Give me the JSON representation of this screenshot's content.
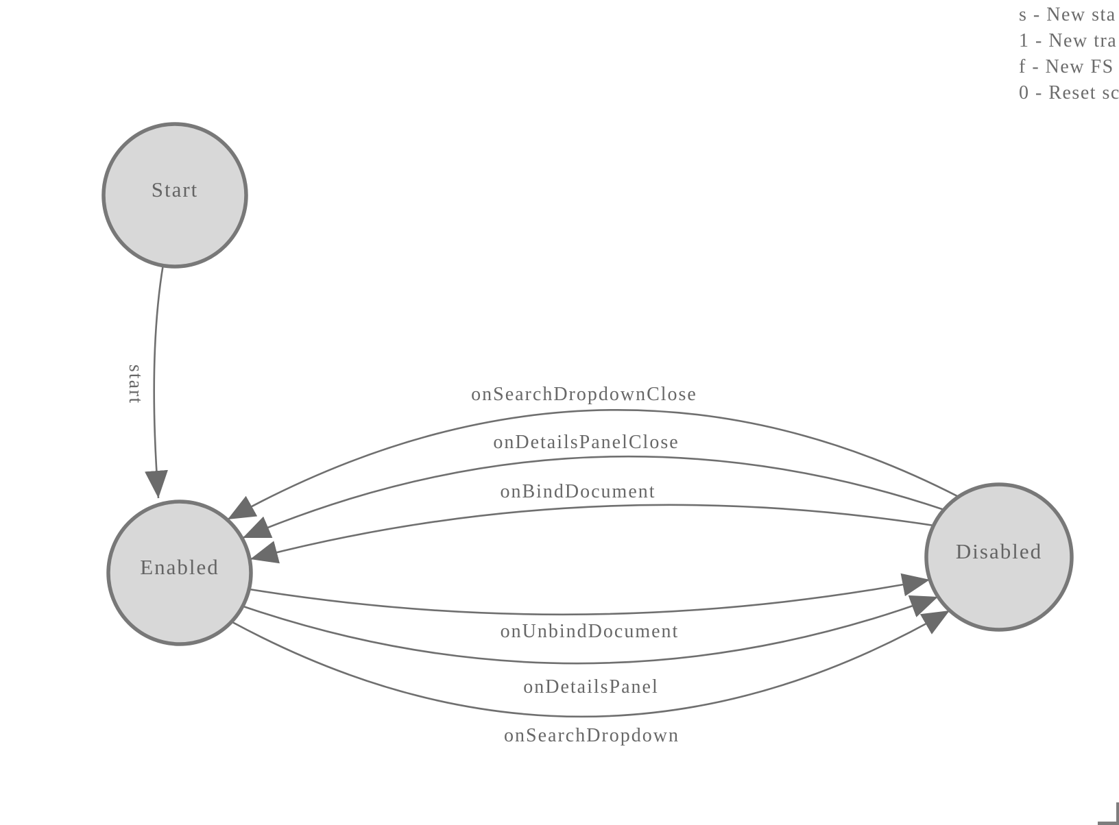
{
  "legend": {
    "lines": [
      "s - New sta",
      "1 - New tra",
      "f - New FS",
      "0 - Reset sc"
    ]
  },
  "states": [
    {
      "id": "start",
      "label": "Start"
    },
    {
      "id": "enabled",
      "label": "Enabled"
    },
    {
      "id": "disabled",
      "label": "Disabled"
    }
  ],
  "transitions": [
    {
      "label": "start",
      "from": "Start",
      "to": "Enabled"
    },
    {
      "label": "onSearchDropdownClose",
      "from": "Disabled",
      "to": "Enabled"
    },
    {
      "label": "onDetailsPanelClose",
      "from": "Disabled",
      "to": "Enabled"
    },
    {
      "label": "onBindDocument",
      "from": "Disabled",
      "to": "Enabled"
    },
    {
      "label": "onUnbindDocument",
      "from": "Enabled",
      "to": "Disabled"
    },
    {
      "label": "onDetailsPanel",
      "from": "Enabled",
      "to": "Disabled"
    },
    {
      "label": "onSearchDropdown",
      "from": "Enabled",
      "to": "Disabled"
    }
  ],
  "colors": {
    "background": "#ffffff",
    "state_fill": "#d8d8d8",
    "state_stroke": "#787878",
    "edge_stroke": "#6f6f6f",
    "arrow_fill": "#6b6b6b",
    "node_label_text": "#646464",
    "edge_label_text": "#676767",
    "legend_text": "#6b6b6b",
    "corner_mark": "#7d7d7d"
  }
}
